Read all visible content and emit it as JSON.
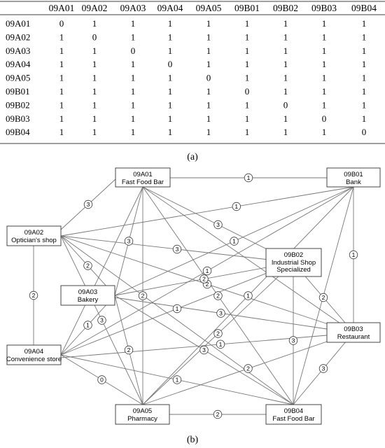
{
  "table": {
    "col_headers": [
      "09A01",
      "09A02",
      "09A03",
      "09A04",
      "09A05",
      "09B01",
      "09B02",
      "09B03",
      "09B04"
    ],
    "rows": [
      {
        "label": "09A01",
        "values": [
          "0",
          "1",
          "1",
          "1",
          "1",
          "1",
          "1",
          "1",
          "1"
        ]
      },
      {
        "label": "09A02",
        "values": [
          "1",
          "0",
          "1",
          "1",
          "1",
          "1",
          "1",
          "1",
          "1"
        ]
      },
      {
        "label": "09A03",
        "values": [
          "1",
          "1",
          "0",
          "1",
          "1",
          "1",
          "1",
          "1",
          "1"
        ]
      },
      {
        "label": "09A04",
        "values": [
          "1",
          "1",
          "1",
          "0",
          "1",
          "1",
          "1",
          "1",
          "1"
        ]
      },
      {
        "label": "09A05",
        "values": [
          "1",
          "1",
          "1",
          "1",
          "0",
          "1",
          "1",
          "1",
          "1"
        ]
      },
      {
        "label": "09B01",
        "values": [
          "1",
          "1",
          "1",
          "1",
          "1",
          "0",
          "1",
          "1",
          "1"
        ]
      },
      {
        "label": "09B02",
        "values": [
          "1",
          "1",
          "1",
          "1",
          "1",
          "1",
          "0",
          "1",
          "1"
        ]
      },
      {
        "label": "09B03",
        "values": [
          "1",
          "1",
          "1",
          "1",
          "1",
          "1",
          "1",
          "0",
          "1"
        ]
      },
      {
        "label": "09B04",
        "values": [
          "1",
          "1",
          "1",
          "1",
          "1",
          "1",
          "1",
          "1",
          "0"
        ]
      }
    ]
  },
  "caption_a": "(a)",
  "caption_b": "(b)",
  "graph": {
    "nodes": [
      {
        "id": "A01",
        "code": "09A01",
        "name": "Fast Food Bar"
      },
      {
        "id": "B01",
        "code": "09B01",
        "name": "Bank"
      },
      {
        "id": "A02",
        "code": "09A02",
        "name": "Optician's shop"
      },
      {
        "id": "B02",
        "code": "09B02",
        "name": "Industrial Shop Specialized"
      },
      {
        "id": "A03",
        "code": "09A03",
        "name": "Bakery"
      },
      {
        "id": "B03",
        "code": "09B03",
        "name": "Restaurant"
      },
      {
        "id": "A04",
        "code": "09A04",
        "name": "Convenience store"
      },
      {
        "id": "A05",
        "code": "09A05",
        "name": "Pharmacy"
      },
      {
        "id": "B04",
        "code": "09B04",
        "name": "Fast Food Bar"
      }
    ],
    "edges": [
      {
        "from": "A01",
        "to": "B01",
        "label": "1"
      },
      {
        "from": "A01",
        "to": "A02",
        "label": "3"
      },
      {
        "from": "A01",
        "to": "A03",
        "label": "3"
      },
      {
        "from": "A01",
        "to": "A04",
        "label": ""
      },
      {
        "from": "A01",
        "to": "A05",
        "label": "2"
      },
      {
        "from": "A01",
        "to": "B02",
        "label": "3"
      },
      {
        "from": "A01",
        "to": "B03",
        "label": ""
      },
      {
        "from": "A01",
        "to": "B04",
        "label": "2"
      },
      {
        "from": "A02",
        "to": "B01",
        "label": "1"
      },
      {
        "from": "A02",
        "to": "B02",
        "label": "3"
      },
      {
        "from": "A02",
        "to": "B03",
        "label": "2"
      },
      {
        "from": "A02",
        "to": "A03",
        "label": "2"
      },
      {
        "from": "A02",
        "to": "A04",
        "label": "2"
      },
      {
        "from": "A02",
        "to": "A05",
        "label": "3"
      },
      {
        "from": "A02",
        "to": "B04",
        "label": ""
      },
      {
        "from": "A03",
        "to": "B01",
        "label": "1"
      },
      {
        "from": "A03",
        "to": "B02",
        "label": "2"
      },
      {
        "from": "A03",
        "to": "B03",
        "label": "3"
      },
      {
        "from": "A03",
        "to": "A04",
        "label": "1"
      },
      {
        "from": "A03",
        "to": "A05",
        "label": "2"
      },
      {
        "from": "A03",
        "to": "B04",
        "label": "3"
      },
      {
        "from": "A04",
        "to": "B01",
        "label": "1"
      },
      {
        "from": "A04",
        "to": "B02",
        "label": "1"
      },
      {
        "from": "A04",
        "to": "B03",
        "label": "1"
      },
      {
        "from": "A04",
        "to": "A05",
        "label": "0"
      },
      {
        "from": "A04",
        "to": "B04",
        "label": "1"
      },
      {
        "from": "A05",
        "to": "B01",
        "label": "1"
      },
      {
        "from": "A05",
        "to": "B02",
        "label": "2"
      },
      {
        "from": "A05",
        "to": "B03",
        "label": "2"
      },
      {
        "from": "A05",
        "to": "B04",
        "label": "2"
      },
      {
        "from": "B01",
        "to": "B03",
        "label": "1"
      },
      {
        "from": "B01",
        "to": "B04",
        "label": ""
      },
      {
        "from": "B02",
        "to": "B03",
        "label": "2"
      },
      {
        "from": "B02",
        "to": "B04",
        "label": "3"
      },
      {
        "from": "B03",
        "to": "B04",
        "label": "3"
      }
    ]
  }
}
